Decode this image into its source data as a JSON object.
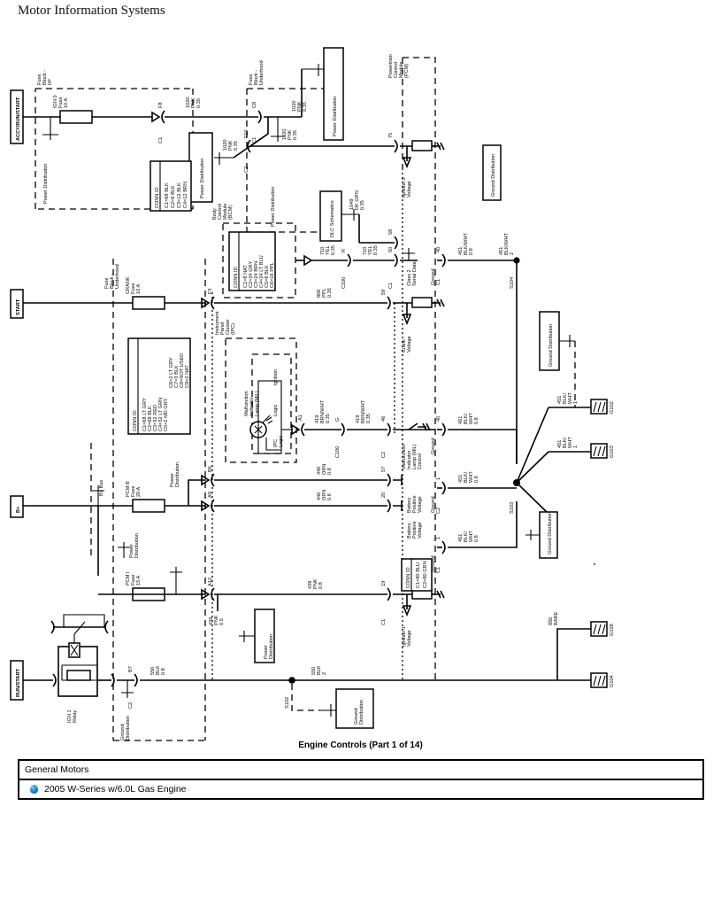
{
  "header": {
    "title": "Motor Information Systems"
  },
  "caption": "Engine Controls (Part 1 of 14)",
  "footer": {
    "manufacturer": "General Motors",
    "vehicle": "2005 W-Series w/6.0L Gas Engine",
    "bullet_icon": "blue-sphere-icon"
  },
  "diagram": {
    "power_rails": [
      {
        "id": "accy-run-start",
        "label": "ACCY/RUN/START"
      },
      {
        "id": "start",
        "label": "START"
      },
      {
        "id": "bplus",
        "label": "B+"
      },
      {
        "id": "run-start",
        "label": "RUN/START"
      }
    ],
    "modules": [
      {
        "id": "fuse-block-ip",
        "label": "Fuse\nBlock -\nI/P"
      },
      {
        "id": "fuse-block-underhood-1",
        "label": "Fuse\nBlock -\nUnderhood"
      },
      {
        "id": "fuse-block-underhood-2",
        "label": "Fuse\nBlock -\nUnderhood"
      },
      {
        "id": "pcm",
        "label": "Powertrain\nControl\nModule\n(PCM)"
      },
      {
        "id": "bcm",
        "label": "Body\nControl\nModule\n(BCM)"
      },
      {
        "id": "ipc",
        "label": "Instrument\nPanel\nCluster\n(IPC)"
      }
    ],
    "boxes": [
      {
        "id": "power-distribution-1",
        "label": "Power Distribution"
      },
      {
        "id": "power-distribution-2",
        "label": "Power Distribution"
      },
      {
        "id": "power-distribution-3",
        "label": "Power Distribution"
      },
      {
        "id": "power-distribution-4",
        "label": "Power Distribution"
      },
      {
        "id": "power-distribution-5",
        "label": "Power Distribution"
      },
      {
        "id": "power-distribution-6",
        "label": "Power Distribution"
      },
      {
        "id": "power-distribution-7",
        "label": "Power Distribution"
      },
      {
        "id": "dlc-schematics",
        "label": "DLC Schematics"
      },
      {
        "id": "ground-distribution-1",
        "label": "Ground Distribution"
      },
      {
        "id": "ground-distribution-2",
        "label": "Ground Distribution"
      },
      {
        "id": "ground-distribution-3",
        "label": "Ground Distribution"
      },
      {
        "id": "ground-distribution-4",
        "label": "Ground Distribution"
      },
      {
        "id": "ground-distribution-5",
        "label": "Ground Distribution"
      }
    ],
    "fuses": [
      {
        "id": "ign0-fuse",
        "label": "IGN 0\nFuse\n10 A"
      },
      {
        "id": "crank-fuse",
        "label": "CRANK\nFuse\n10 A"
      },
      {
        "id": "pcm-b-fuse",
        "label": "PCM B\nFuse\n20 A"
      },
      {
        "id": "pcm-i-fuse",
        "label": "PCM I\nFuse\n15 A"
      }
    ],
    "conn_ids": [
      {
        "id": "conn-id-fuse-block-ip",
        "title": "CONN ID",
        "rows": [
          "C1=68 BLK",
          "C2=6 BLK",
          "C3=12 BLK",
          "C4=12 BRN"
        ]
      },
      {
        "id": "conn-id-bcm",
        "title": "CONN ID",
        "rows": [
          "C1=8 NAT",
          "C2=24 GRY",
          "C3=24 BRN",
          "C4=24 LT BLU",
          "C5=6 BLK",
          "C6=16 PPL"
        ]
      },
      {
        "id": "conn-id-ipc",
        "title": "CONN ID",
        "rows": [
          "C1=68 LT GRY",
          "C2=68 BLK",
          "C3=32 RED",
          "C4=32 LT GRN",
          "C5=2 MD GRY",
          "C6=2 LT GRY",
          "C7=3 BLK",
          "C8=NOT USED",
          "C9=2 NAT"
        ]
      },
      {
        "id": "conn-id-pcm",
        "title": "CONN ID",
        "rows": [
          "C1=80 BLU",
          "C2=80 GRN"
        ]
      }
    ],
    "wires": [
      {
        "id": "w-1020-a",
        "label": "1020\nPNK\n0.35"
      },
      {
        "id": "w-1020-b",
        "label": "1020\nPNK\n0.35"
      },
      {
        "id": "w-1020-c",
        "label": "1020\nPNK\n0.35"
      },
      {
        "id": "w-1020-d",
        "label": "1020\nPNK\n0.35"
      },
      {
        "id": "w-1049",
        "label": "1049\nDK GRN\n0.35"
      },
      {
        "id": "w-710-a",
        "label": "710\nYEL\n0.35"
      },
      {
        "id": "w-710-b",
        "label": "710\nYEL\n0.35"
      },
      {
        "id": "w-806",
        "label": "806\nPPL\n0.35"
      },
      {
        "id": "w-419-a",
        "label": "419\nBRN/WHT\n0.35"
      },
      {
        "id": "w-419-b",
        "label": "419\nBRN/WHT\n0.35"
      },
      {
        "id": "w-440-a",
        "label": "440\nORN\n0.8"
      },
      {
        "id": "w-440-b",
        "label": "440\nORN\n0.8"
      },
      {
        "id": "w-439-a",
        "label": "439\nPNK\n0.8"
      },
      {
        "id": "w-439-b",
        "label": "439\nPNK\n0.8"
      },
      {
        "id": "w-550-a",
        "label": "550\nBLK\n0.8"
      },
      {
        "id": "w-550-b",
        "label": "550\nBLK\n2"
      },
      {
        "id": "w-451-a",
        "label": "451\nBLK/WHT\n0.8"
      },
      {
        "id": "w-451-b",
        "label": "451\nBLK/WHT\n2"
      },
      {
        "id": "w-451-c",
        "label": "451\nBLK/\nWHT\n0.8"
      },
      {
        "id": "w-451-d",
        "label": "451\nBLK/\nWHT\n0.8"
      },
      {
        "id": "w-451-e",
        "label": "451\nBLK/\nWHT\n0.8"
      },
      {
        "id": "w-451-f",
        "label": "451\nBLK/\nWHT\n1"
      },
      {
        "id": "w-451-g",
        "label": "451\nBLK/\nWHT\n1"
      },
      {
        "id": "w-850",
        "label": "850\nBARE"
      }
    ],
    "pins": [
      {
        "id": "pin-f8",
        "label": "F8",
        "conn": "C1"
      },
      {
        "id": "pin-c8",
        "label": "C8",
        "conn": "C1"
      },
      {
        "id": "pin-f10",
        "label": "F10",
        "conn": "C2"
      },
      {
        "id": "pin-75",
        "label": "75",
        "conn": ""
      },
      {
        "id": "pin-58",
        "label": "58",
        "conn": ""
      },
      {
        "id": "pin-r",
        "label": "R",
        "conn": "C100"
      },
      {
        "id": "pin-50",
        "label": "50",
        "conn": "C1"
      },
      {
        "id": "pin-40-top",
        "label": "40",
        "conn": "C1"
      },
      {
        "id": "pin-f3",
        "label": "F3",
        "conn": ""
      },
      {
        "id": "pin-59",
        "label": "59",
        "conn": ""
      },
      {
        "id": "pin-a1",
        "label": "A1",
        "conn": ""
      },
      {
        "id": "pin-g",
        "label": "G",
        "conn": "C100"
      },
      {
        "id": "pin-46",
        "label": "46",
        "conn": "C2"
      },
      {
        "id": "pin-40-mid",
        "label": "40",
        "conn": ""
      },
      {
        "id": "pin-b6",
        "label": "B6",
        "conn": ""
      },
      {
        "id": "pin-a9",
        "label": "A9",
        "conn": ""
      },
      {
        "id": "pin-57",
        "label": "57",
        "conn": ""
      },
      {
        "id": "pin-20",
        "label": "20",
        "conn": ""
      },
      {
        "id": "pin-1-c2",
        "label": "1",
        "conn": "C2"
      },
      {
        "id": "pin-1-c1",
        "label": "1",
        "conn": "C1"
      },
      {
        "id": "pin-a12",
        "label": "A12",
        "conn": ""
      },
      {
        "id": "pin-19",
        "label": "19",
        "conn": "C1"
      },
      {
        "id": "pin-b7",
        "label": "B7",
        "conn": "C2"
      }
    ],
    "signal_labels": [
      {
        "id": "ignition-0-voltage",
        "label": "Ignition 0\nVoltage"
      },
      {
        "id": "class-2-serial-data",
        "label": "Class 2\nSerial Data"
      },
      {
        "id": "ground-1",
        "label": "Ground"
      },
      {
        "id": "crank-voltage",
        "label": "Crank\nVoltage"
      },
      {
        "id": "mil-control",
        "label": "Malfunction\nIndicator\nLamp (MIL)\nControl"
      },
      {
        "id": "ground-2",
        "label": "Ground"
      },
      {
        "id": "battery-positive-voltage-1",
        "label": "Battery\nPositive\nVoltage"
      },
      {
        "id": "battery-positive-voltage-2",
        "label": "Battery\nPositive\nVoltage"
      },
      {
        "id": "ground-3",
        "label": "Ground"
      },
      {
        "id": "ground-4",
        "label": "Ground"
      },
      {
        "id": "ignition-1-voltage",
        "label": "Ignition 1\nVoltage"
      }
    ],
    "ipc_internal": [
      {
        "id": "mil-lamp",
        "label": "Malfunction\nIndicator\nLamp (MIL)"
      },
      {
        "id": "ipc-logic",
        "label": "IPC\nLogic"
      },
      {
        "id": "logic-block",
        "label": "Logic"
      },
      {
        "id": "ignition-block",
        "label": "Ignition"
      }
    ],
    "splices": [
      {
        "id": "s104",
        "label": "S104"
      },
      {
        "id": "s103",
        "label": "S103"
      },
      {
        "id": "s102",
        "label": "S102"
      }
    ],
    "grounds": [
      {
        "id": "g102",
        "label": "G102"
      },
      {
        "id": "g103",
        "label": "G103"
      },
      {
        "id": "g108",
        "label": "G108"
      },
      {
        "id": "g104",
        "label": "G104"
      }
    ],
    "relay": {
      "id": "ign-1-relay",
      "label": "IGN 1\nRelay"
    },
    "bplus_bus": {
      "id": "b-plus-bus",
      "label": "B+ Bus"
    }
  }
}
